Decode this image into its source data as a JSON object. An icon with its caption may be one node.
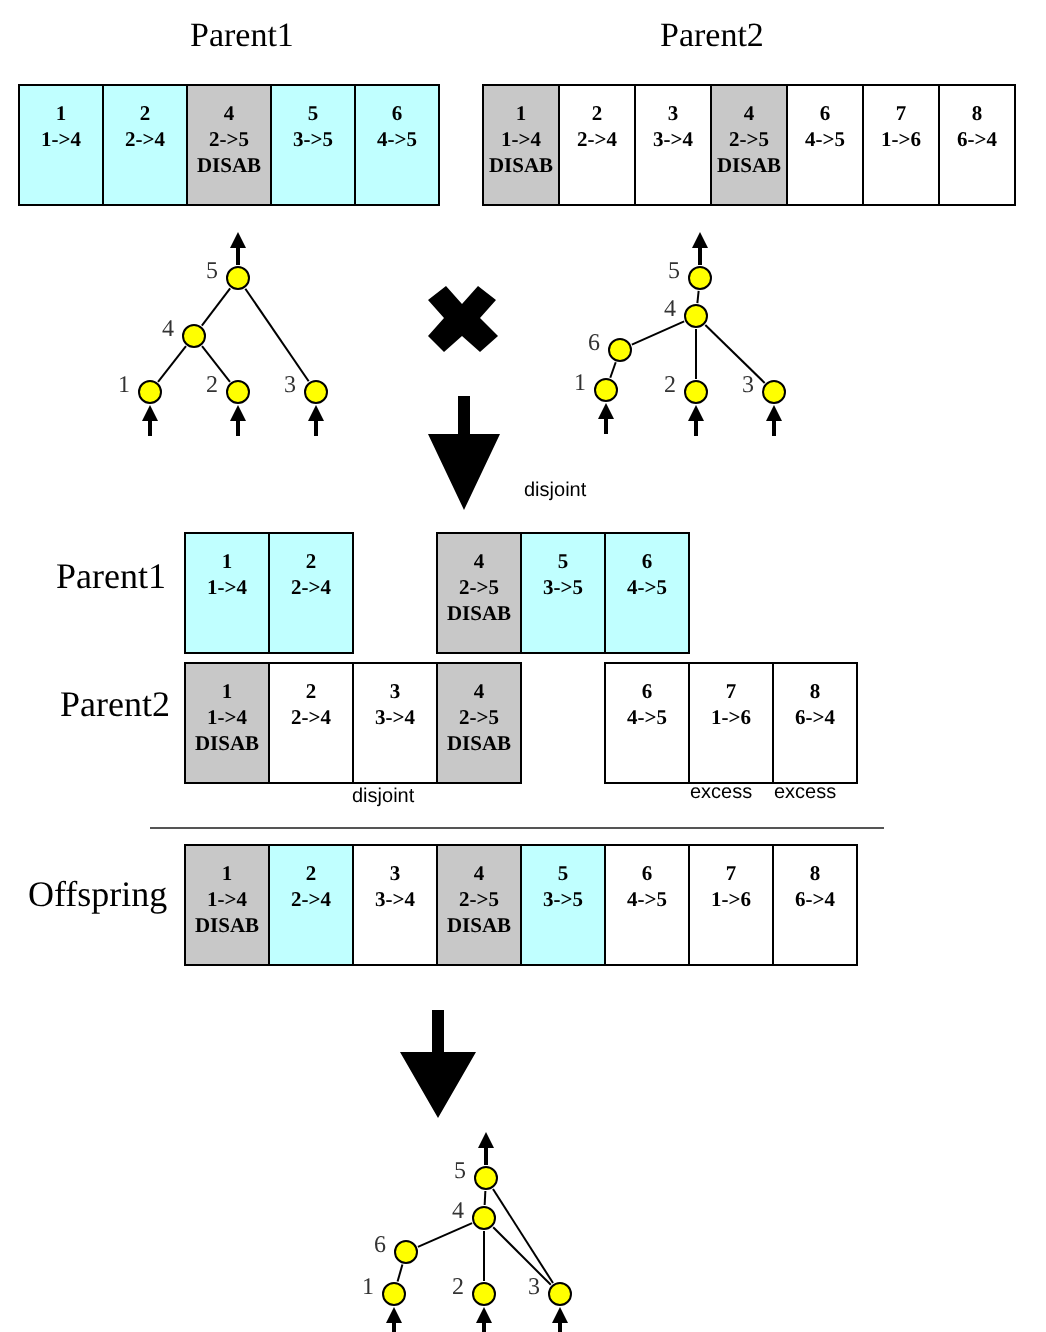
{
  "diagram": {
    "nodes": [
      {
        "text": [
          "1",
          "1->4"
        ]
      },
      {
        "text": [
          "2",
          "2->4"
        ]
      },
      {
        "text": [
          "4",
          "2->5",
          "DISAB"
        ]
      },
      {
        "text": [
          "5",
          "3->5"
        ]
      },
      {
        "text": [
          "6",
          "4->5"
        ]
      },
      {
        "text": [
          "1",
          "1->4",
          "DISAB"
        ]
      },
      {
        "text": [
          "2",
          "2->4"
        ]
      },
      {
        "text": [
          "3",
          "3->4"
        ]
      },
      {
        "text": [
          "4",
          "2->5",
          "DISAB"
        ]
      },
      {
        "text": [
          "6",
          "4->5"
        ]
      },
      {
        "text": [
          "7",
          "1->6"
        ]
      },
      {
        "text": [
          "8",
          "6->4"
        ]
      },
      {
        "text": [],
        "shape": "circle",
        "beside": [
          "5"
        ]
      },
      {
        "text": [],
        "shape": "circle",
        "beside": [
          "4"
        ]
      },
      {
        "text": [],
        "shape": "circle",
        "beside": [
          "1"
        ]
      },
      {
        "text": [],
        "shape": "circle",
        "beside": [
          "2"
        ]
      },
      {
        "text": [],
        "shape": "circle",
        "beside": [
          "3"
        ]
      },
      {
        "text": [],
        "shape": "circle",
        "beside": [
          "5"
        ]
      },
      {
        "text": [],
        "shape": "circle",
        "beside": [
          "4"
        ]
      },
      {
        "text": [],
        "shape": "circle",
        "beside": [
          "6"
        ]
      },
      {
        "text": [],
        "shape": "circle",
        "beside": [
          "1"
        ]
      },
      {
        "text": [],
        "shape": "circle",
        "beside": [
          "2"
        ]
      },
      {
        "text": [],
        "shape": "circle",
        "beside": [
          "3"
        ]
      },
      {
        "text": [
          "1",
          "1->4"
        ]
      },
      {
        "text": [
          "2",
          "2->4"
        ]
      },
      {
        "text": [
          "4",
          "2->5",
          "DISAB"
        ]
      },
      {
        "text": [
          "5",
          "3->5"
        ]
      },
      {
        "text": [
          "6",
          "4->5"
        ]
      },
      {
        "text": [
          "1",
          "1->4",
          "DISAB"
        ]
      },
      {
        "text": [
          "2",
          "2->4"
        ]
      },
      {
        "text": [
          "3",
          "3->4"
        ]
      },
      {
        "text": [
          "4",
          "2->5",
          "DISAB"
        ]
      },
      {
        "text": [
          "6",
          "4->5"
        ]
      },
      {
        "text": [
          "7",
          "1->6"
        ]
      },
      {
        "text": [
          "8",
          "6->4"
        ]
      },
      {
        "text": [
          "1",
          "1->4",
          "DISAB"
        ]
      },
      {
        "text": [
          "2",
          "2->4"
        ]
      },
      {
        "text": [
          "3",
          "3->4"
        ]
      },
      {
        "text": [
          "4",
          "2->5",
          "DISAB"
        ]
      },
      {
        "text": [
          "5",
          "3->5"
        ]
      },
      {
        "text": [
          "6",
          "4->5"
        ]
      },
      {
        "text": [
          "7",
          "1->6"
        ]
      },
      {
        "text": [
          "8",
          "6->4"
        ]
      },
      {
        "text": [],
        "shape": "circle",
        "beside": [
          "5"
        ]
      },
      {
        "text": [],
        "shape": "circle",
        "beside": [
          "4"
        ]
      },
      {
        "text": [],
        "shape": "circle",
        "beside": [
          "6"
        ]
      },
      {
        "text": [],
        "shape": "circle",
        "beside": [
          "1"
        ]
      },
      {
        "text": [],
        "shape": "circle",
        "beside": [
          "2"
        ]
      },
      {
        "text": [],
        "shape": "circle",
        "beside": [
          "3"
        ]
      }
    ],
    "edges": [
      {
        "from": 14,
        "to": 13,
        "arrow": "none"
      },
      {
        "from": 15,
        "to": 13,
        "arrow": "none"
      },
      {
        "from": 13,
        "to": 12,
        "arrow": "none"
      },
      {
        "from": 16,
        "to": 12,
        "arrow": "none"
      },
      {
        "from": null,
        "to": 14,
        "arrow": "to"
      },
      {
        "from": null,
        "to": 15,
        "arrow": "to"
      },
      {
        "from": null,
        "to": 16,
        "arrow": "to"
      },
      {
        "from": 12,
        "to": null,
        "arrow": "to"
      },
      {
        "from": 20,
        "to": 19,
        "arrow": "none"
      },
      {
        "from": 19,
        "to": 18,
        "arrow": "none"
      },
      {
        "from": 21,
        "to": 18,
        "arrow": "none"
      },
      {
        "from": 22,
        "to": 18,
        "arrow": "none"
      },
      {
        "from": 18,
        "to": 17,
        "arrow": "none"
      },
      {
        "from": null,
        "to": 20,
        "arrow": "to"
      },
      {
        "from": null,
        "to": 21,
        "arrow": "to"
      },
      {
        "from": null,
        "to": 22,
        "arrow": "to"
      },
      {
        "from": 17,
        "to": null,
        "arrow": "to"
      },
      {
        "from": 46,
        "to": 45,
        "arrow": "none"
      },
      {
        "from": 45,
        "to": 44,
        "arrow": "none"
      },
      {
        "from": 47,
        "to": 44,
        "arrow": "none"
      },
      {
        "from": 48,
        "to": 44,
        "arrow": "none"
      },
      {
        "from": 44,
        "to": 43,
        "arrow": "none"
      },
      {
        "from": 48,
        "to": 43,
        "arrow": "none"
      },
      {
        "from": null,
        "to": 46,
        "arrow": "to"
      },
      {
        "from": null,
        "to": 47,
        "arrow": "to"
      },
      {
        "from": null,
        "to": 48,
        "arrow": "to"
      },
      {
        "from": 43,
        "to": null,
        "arrow": "to"
      },
      {
        "from": 37,
        "to": 43,
        "arrow": "to",
        "style": "thick"
      }
    ],
    "labels": [
      "Parent1",
      "Parent2",
      "disjoint",
      "Parent1",
      "Parent2",
      "disjoint",
      "excess",
      "excess",
      "Offspring"
    ]
  }
}
